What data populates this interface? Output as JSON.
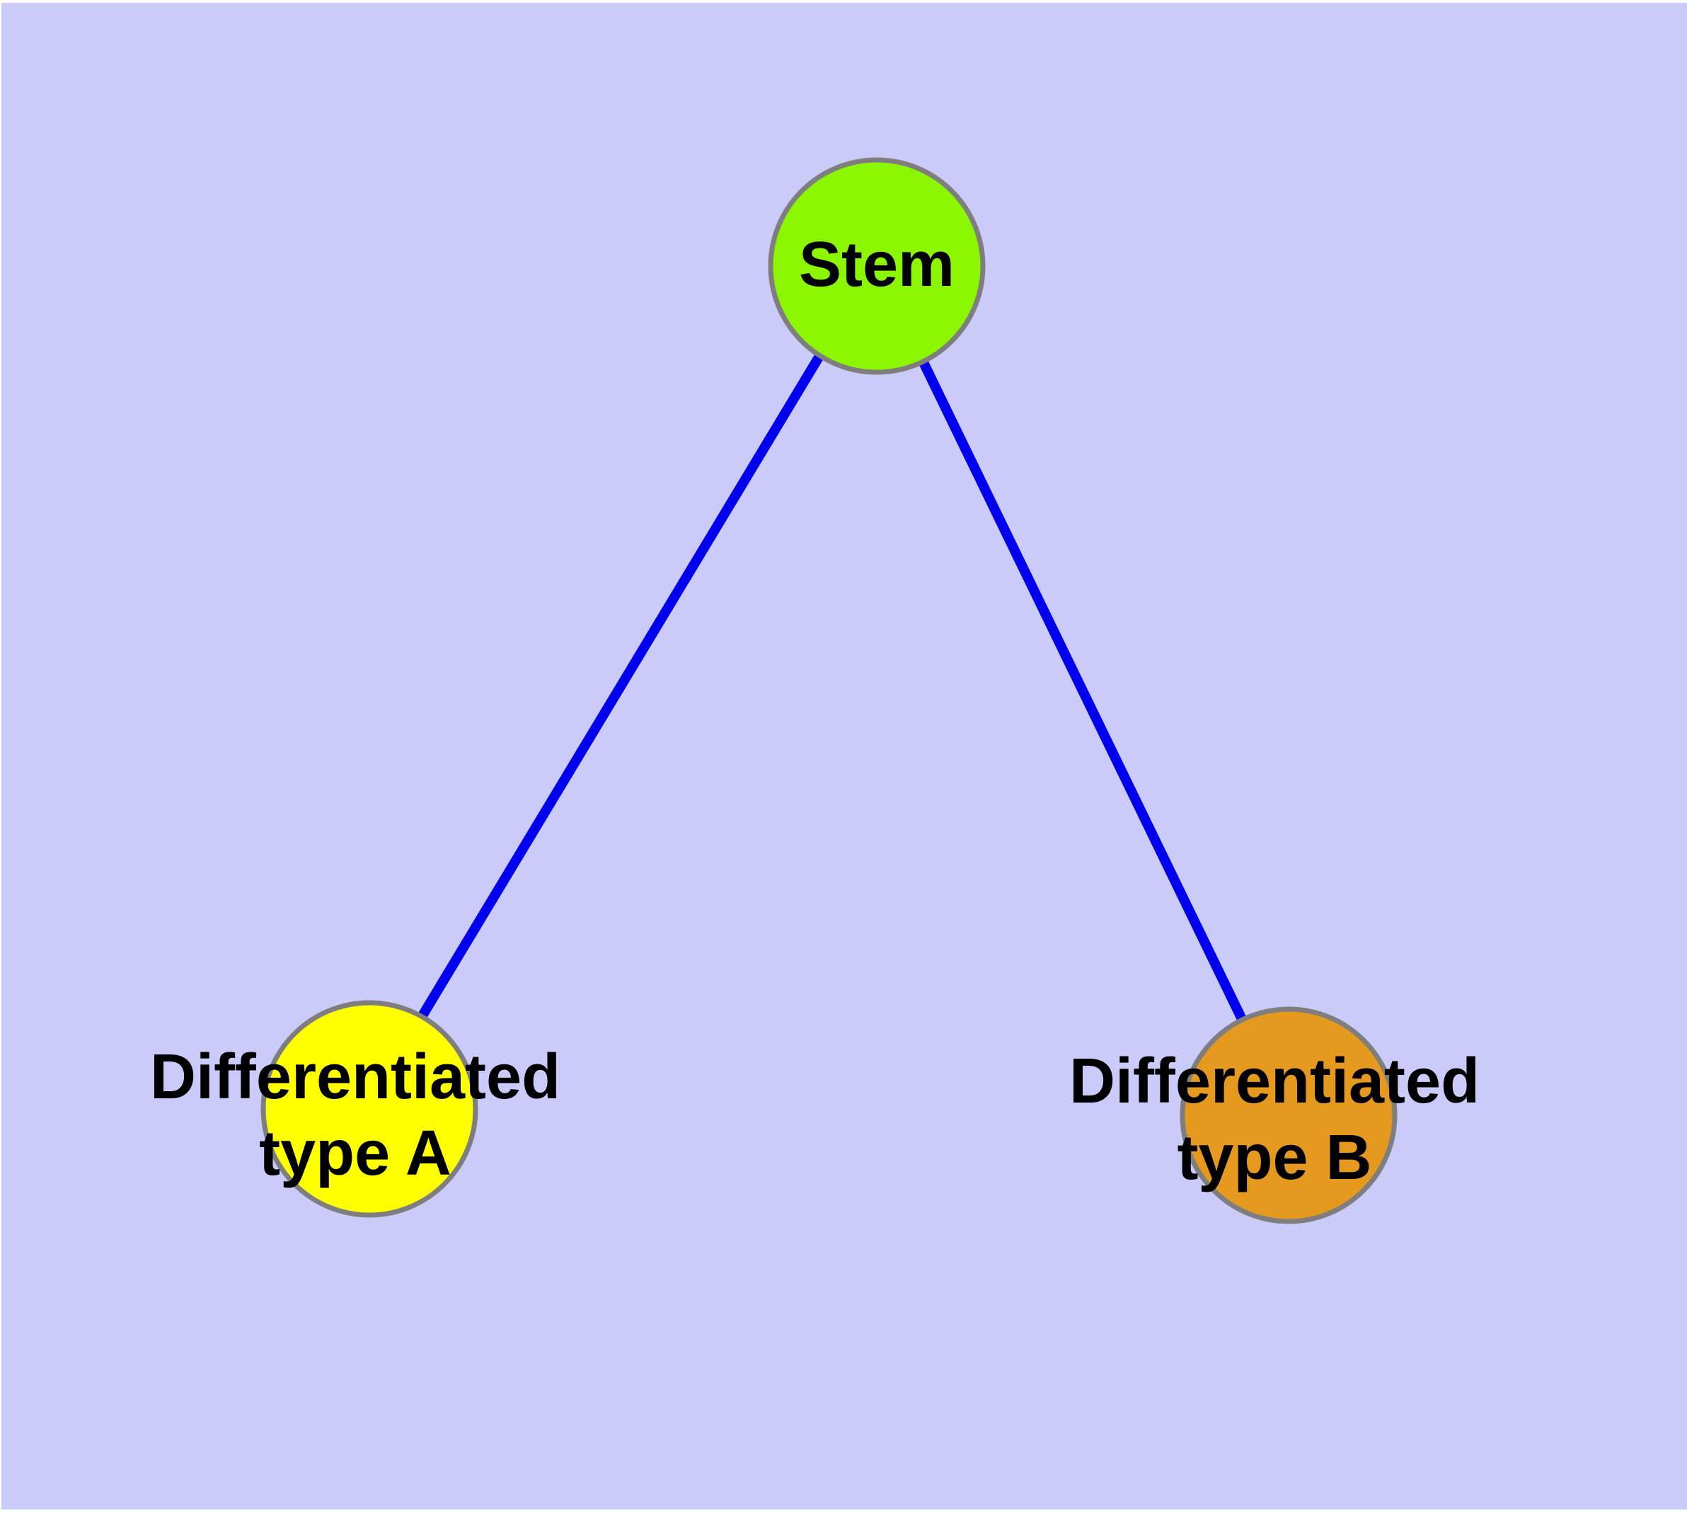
{
  "diagram": {
    "description": "Stem cell differentiation graph",
    "background_color": "#CBCBFA",
    "margin_color": "#FFFFFF",
    "edge_color": "#0000EE",
    "node_border_color": "#7E7E7E",
    "label_color": "#000000",
    "nodes": [
      {
        "id": "stem",
        "label": "Stem",
        "fill": "#8CF500"
      },
      {
        "id": "type-a",
        "label": "Differentiated\ntype A",
        "fill": "#FFFF00"
      },
      {
        "id": "type-b",
        "label": "Differentiated\ntype B",
        "fill": "#E5991E"
      }
    ],
    "edges": [
      {
        "id": "stem-to-a",
        "from": "Stem",
        "to": "Differentiated type A"
      },
      {
        "id": "stem-to-b",
        "from": "Stem",
        "to": "Differentiated type B"
      }
    ]
  }
}
